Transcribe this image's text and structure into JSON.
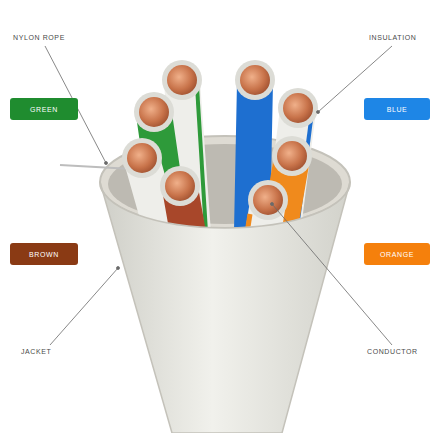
{
  "diagram": {
    "nodes": [
      {
        "text": [
          "GREEN"
        ]
      },
      {
        "text": [
          "BLUE"
        ]
      },
      {
        "text": [
          "BROWN"
        ]
      },
      {
        "text": [
          "ORANGE"
        ]
      }
    ],
    "labels": [
      "NYLON ROPE",
      "INSULATION",
      "JACKET",
      "CONDUCTOR"
    ]
  }
}
